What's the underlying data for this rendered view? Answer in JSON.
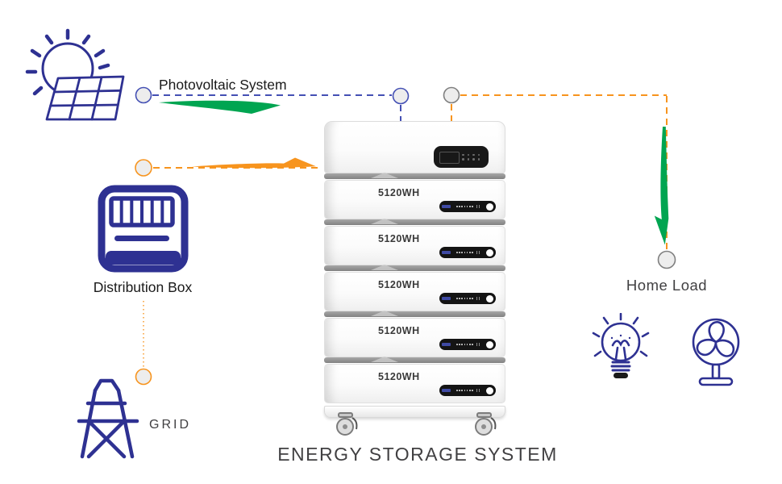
{
  "title": "ENERGY STORAGE SYSTEM",
  "nodes": {
    "photovoltaic": {
      "label": "Photovoltaic System"
    },
    "distribution": {
      "label": "Distribution Box"
    },
    "grid": {
      "label": "GRID"
    },
    "home_load": {
      "label": "Home Load"
    }
  },
  "battery": {
    "modules": [
      "5120WH",
      "5120WH",
      "5120WH",
      "5120WH",
      "5120WH"
    ]
  },
  "icons": [
    "solar-panel-sun-icon",
    "distribution-box-icon",
    "grid-tower-icon",
    "lightbulb-icon",
    "fan-icon",
    "battery-display-icon"
  ],
  "colors": {
    "brand_blue": "#2e3192",
    "line_blue": "#4450b4",
    "orange": "#f7941e",
    "green": "#00a551",
    "node_fill": "#ededed",
    "node_gray": "#7f7f7f",
    "text_dark": "#1a1a1a",
    "text_gray": "#414042"
  }
}
